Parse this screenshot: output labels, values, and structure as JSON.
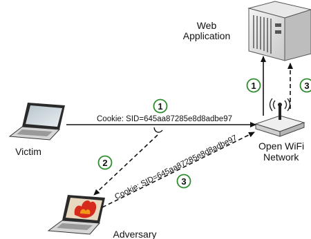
{
  "nodes": {
    "web_application": {
      "line1": "Web",
      "line2": "Application"
    },
    "victim": "Victim",
    "adversary": "Adversary",
    "network": {
      "line1": "Open WiFi",
      "line2": "Network"
    }
  },
  "flows": {
    "cookie_victim": "Cookie: SID=645aa87285e8d8adbe97",
    "cookie_adversary": "Cookie: SID=645aa87285e8d8adbe97"
  },
  "steps": {
    "victim_to_network": "1",
    "network_to_webapp": "1",
    "sniff": "2",
    "adversary_to_network": "3",
    "network_to_webapp_adversary": "3"
  },
  "colors": {
    "step_circle_stroke": "#2e8b2e",
    "line": "#111111"
  }
}
